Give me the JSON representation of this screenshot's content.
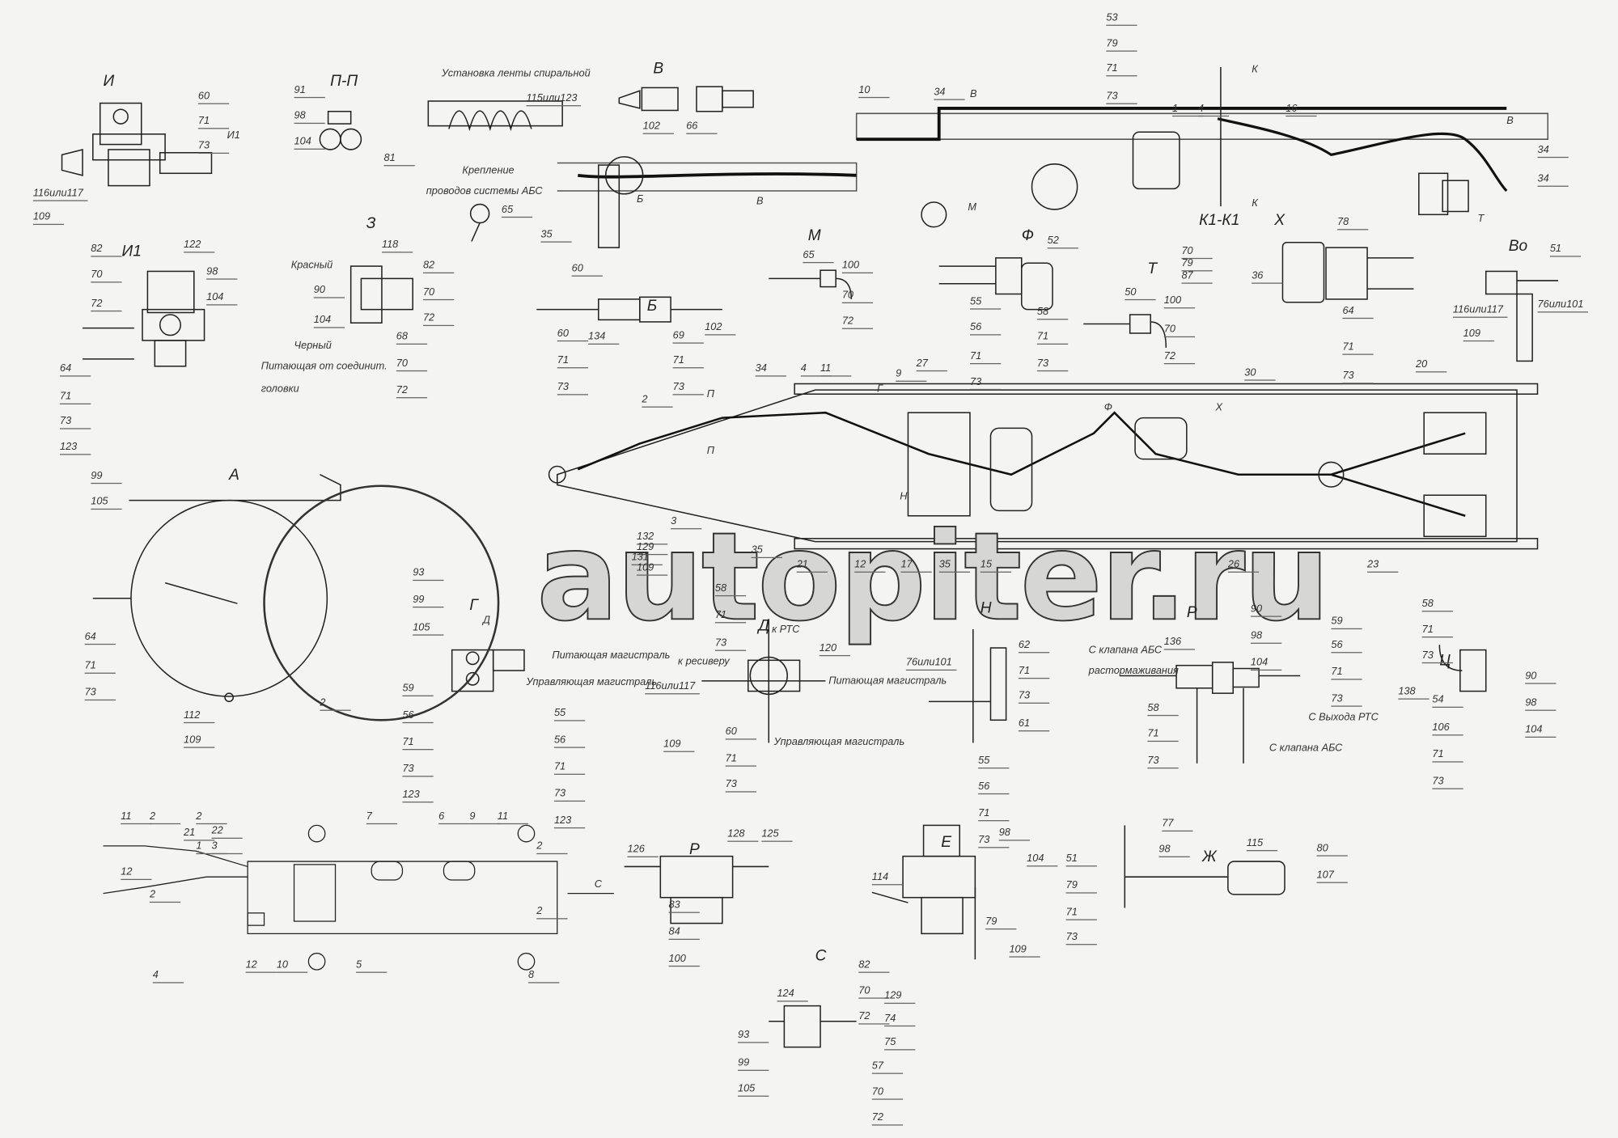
{
  "watermark": "autopiter.ru",
  "views": {
    "I": {
      "title": "И",
      "labels": [
        "60",
        "71",
        "73",
        "И1",
        "116или117",
        "109"
      ]
    },
    "PP": {
      "title": "П-П",
      "labels": [
        "91",
        "98",
        "104",
        "81"
      ]
    },
    "spiral": {
      "title": "Установка ленты спиральной",
      "labels": [
        "115или123"
      ]
    },
    "V_top": {
      "title": "В",
      "labels": [
        "102",
        "66"
      ]
    },
    "abs_mount": {
      "title": "Крепление",
      "labels": [
        "проводов системы АБС",
        "65"
      ]
    },
    "Z": {
      "title": "З",
      "labels": [
        "118",
        "Красный",
        "90",
        "104",
        "Черный",
        "Питающая от соединит.",
        "головки",
        "82",
        "70",
        "72",
        "68",
        "70",
        "72"
      ]
    },
    "I1": {
      "title": "И1",
      "labels": [
        "82",
        "70",
        "72",
        "122",
        "98",
        "104",
        "64",
        "71",
        "73",
        "123"
      ]
    },
    "chassis_top": {
      "labels": [
        "53",
        "79",
        "71",
        "73",
        "10",
        "34",
        "В",
        "1",
        "4",
        "К",
        "16",
        "В",
        "34",
        "34",
        "Т",
        "К",
        "Б",
        "В",
        "М",
        "35",
        "60"
      ]
    },
    "M": {
      "title": "М",
      "labels": [
        "65",
        "100",
        "70",
        "72"
      ]
    },
    "F": {
      "title": "Ф",
      "labels": [
        "52",
        "55",
        "56",
        "71",
        "73",
        "58",
        "71",
        "73"
      ]
    },
    "T": {
      "title": "Т",
      "labels": [
        "50",
        "100",
        "70",
        "72"
      ]
    },
    "K1": {
      "title": "К1-К1",
      "labels": [
        "70",
        "79",
        "87",
        "36"
      ]
    },
    "X": {
      "title": "Х",
      "labels": [
        "78",
        "64",
        "71",
        "73"
      ]
    },
    "Vo": {
      "title": "Вo",
      "labels": [
        "51",
        "116или117",
        "76или101",
        "109"
      ]
    },
    "B": {
      "title": "Б",
      "labels": [
        "60",
        "134",
        "71",
        "73",
        "69",
        "102",
        "71",
        "73"
      ]
    },
    "chassis_main": {
      "labels": [
        "34",
        "4",
        "11",
        "Г",
        "9",
        "27",
        "Ф",
        "Х",
        "30",
        "20",
        "2",
        "П",
        "П",
        "3",
        "132",
        "129",
        "131",
        "109",
        "35",
        "21",
        "12",
        "17",
        "35",
        "15",
        "26",
        "23",
        "Н"
      ]
    },
    "A": {
      "title": "А",
      "labels": [
        "99",
        "105",
        "64",
        "71",
        "73",
        "2",
        "112",
        "109"
      ]
    },
    "G": {
      "title": "Г",
      "labels": [
        "93",
        "99",
        "105",
        "Д",
        "59",
        "56",
        "71",
        "73",
        "123",
        "Питающая магистраль",
        "Управляющая магистраль",
        "55",
        "56",
        "71",
        "73",
        "123"
      ]
    },
    "D": {
      "title": "Д",
      "labels": [
        "к РТС",
        "58",
        "71",
        "73",
        "к ресиверу",
        "120",
        "Питающая магистраль",
        "116или117",
        "109",
        "60",
        "71",
        "73",
        "Управляющая магистраль"
      ]
    },
    "N": {
      "title": "Н",
      "labels": [
        "76или101",
        "62",
        "71",
        "73",
        "61"
      ]
    },
    "R_circle": {
      "title": "Р",
      "labels": [
        "136",
        "90",
        "98",
        "104",
        "59",
        "56",
        "71",
        "73",
        "С клапана АБС",
        "растормаживания",
        "58",
        "71",
        "73",
        "С Выхода РТС",
        "С клапана АБС"
      ]
    },
    "C": {
      "title": "Ц",
      "labels": [
        "58",
        "71",
        "73",
        "138",
        "54",
        "106",
        "71",
        "73",
        "90",
        "98",
        "104"
      ]
    },
    "E": {
      "title": "Е",
      "labels": [
        "55",
        "56",
        "71",
        "73",
        "98",
        "114",
        "104",
        "51",
        "79",
        "71",
        "73",
        "79",
        "109"
      ]
    },
    "ZH": {
      "title": "Ж",
      "labels": [
        "77",
        "98",
        "115",
        "80",
        "107"
      ]
    },
    "R": {
      "title": "Р",
      "labels": [
        "126",
        "128",
        "125",
        "83",
        "84",
        "100"
      ]
    },
    "S": {
      "title": "С",
      "labels": [
        "82",
        "70",
        "129",
        "72",
        "74",
        "75",
        "124",
        "93",
        "99",
        "105",
        "57",
        "70",
        "72"
      ]
    },
    "scheme": {
      "labels": [
        "11",
        "2",
        "12",
        "2",
        "2",
        "22",
        "21",
        "3",
        "7",
        "6",
        "9",
        "11",
        "2",
        "2",
        "1",
        "4",
        "12",
        "10",
        "5",
        "8",
        "С"
      ]
    }
  }
}
